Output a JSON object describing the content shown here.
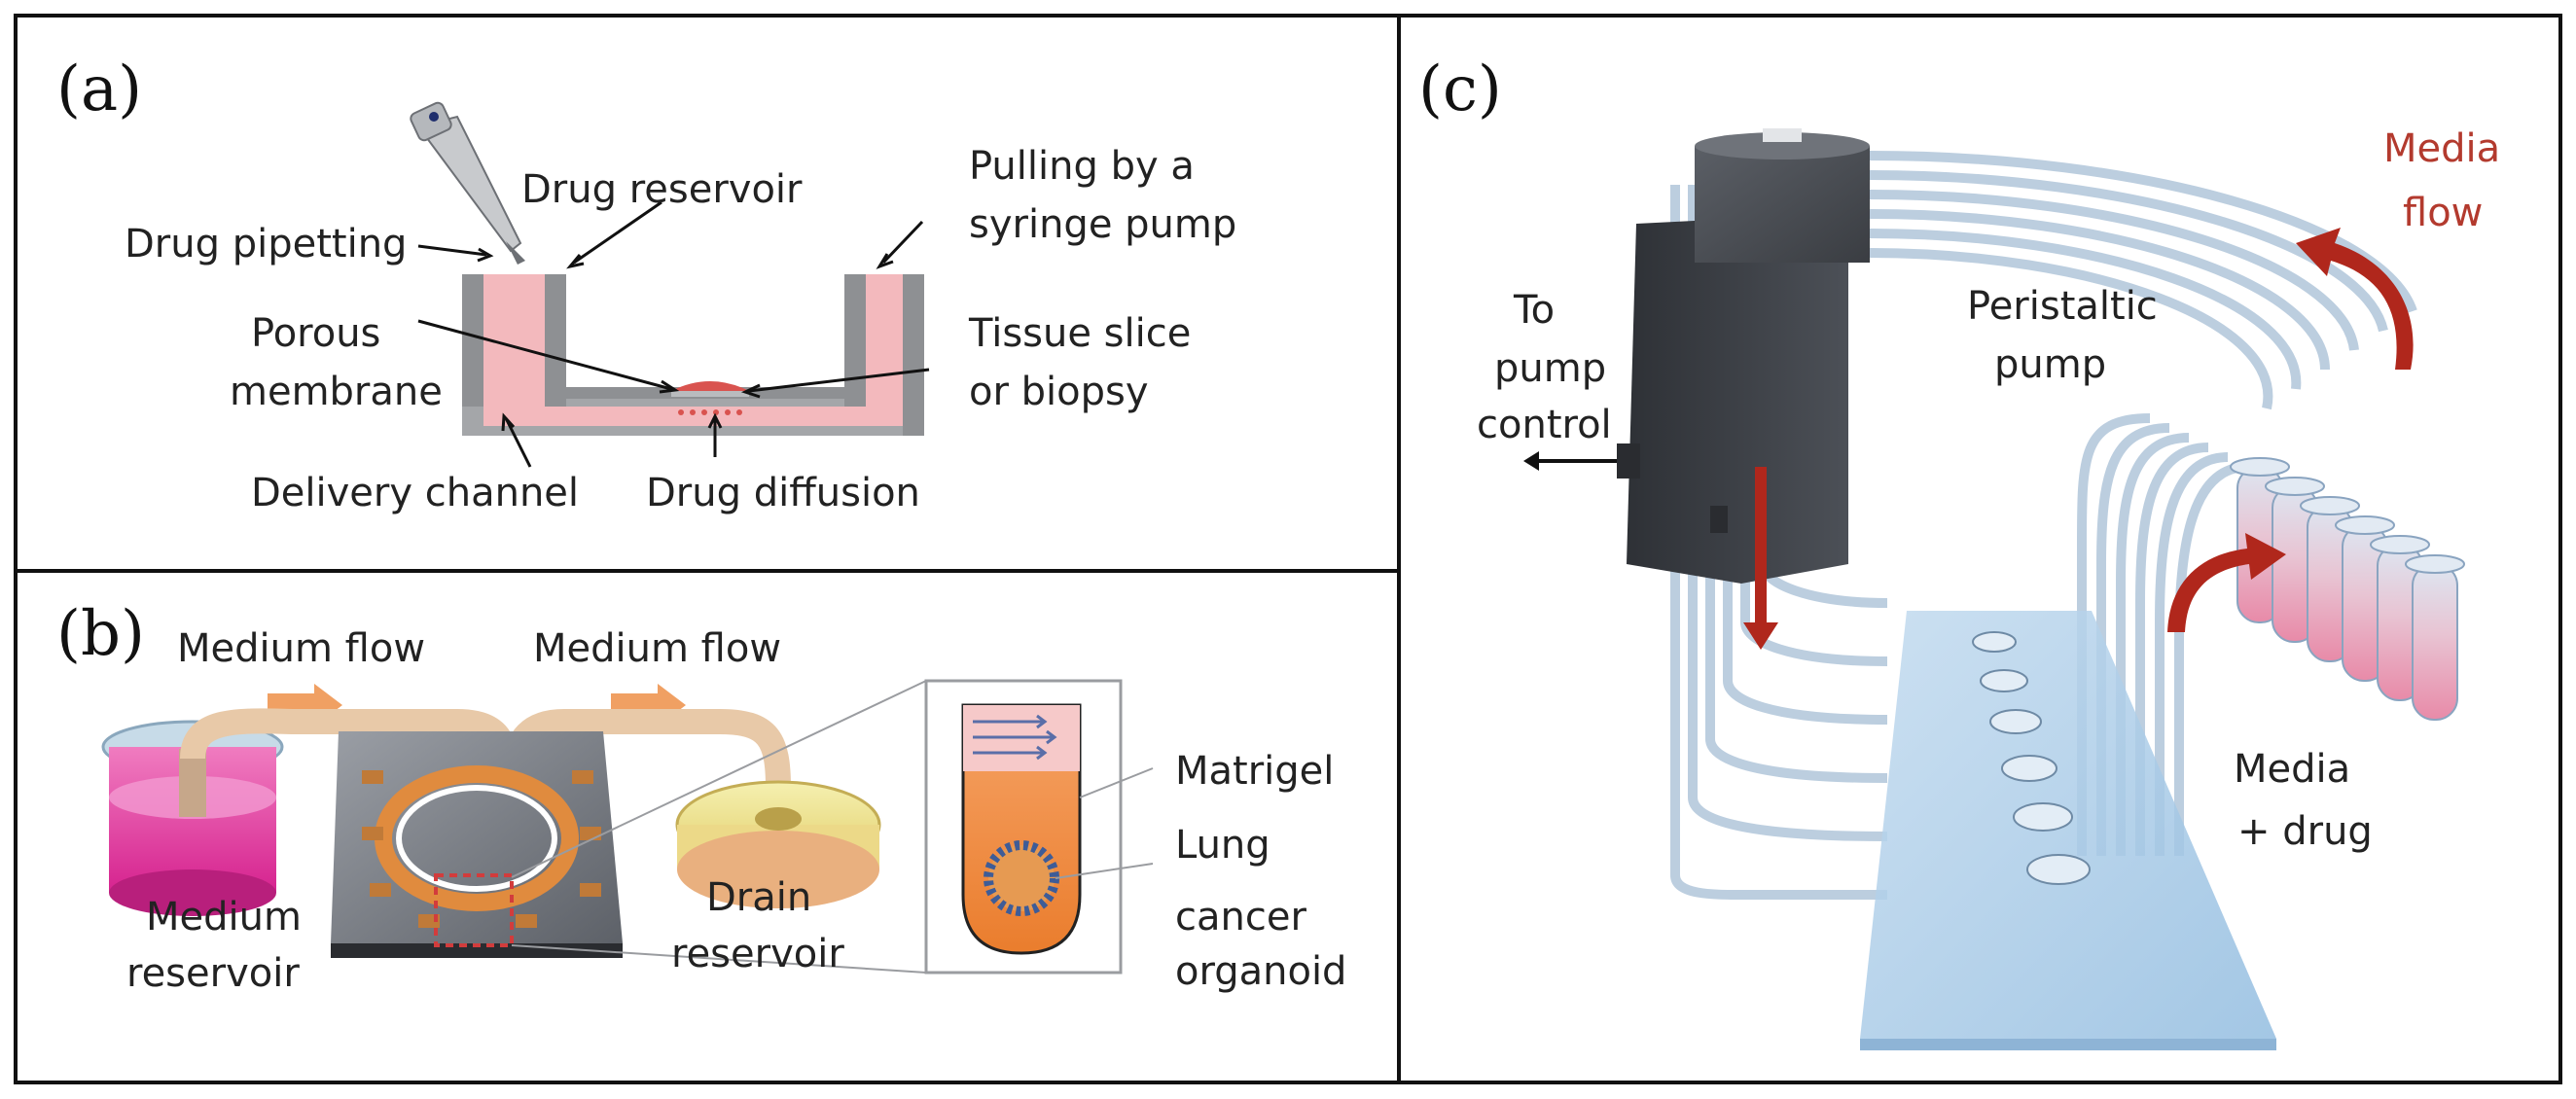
{
  "panels": {
    "a": {
      "letter": "(a)",
      "labels": {
        "drug_pipetting": "Drug pipetting",
        "drug_reservoir": "Drug reservoir",
        "pulling_1": "Pulling by a",
        "pulling_2": "syringe pump",
        "porous_1": "Porous",
        "porous_2": "membrane",
        "tissue_1": "Tissue slice",
        "tissue_2": "or biopsy",
        "delivery_channel": "Delivery channel",
        "drug_diffusion": "Drug diffusion"
      }
    },
    "b": {
      "letter": "(b)",
      "labels": {
        "medium_flow_left": "Medium flow",
        "medium_flow_right": "Medium flow",
        "medium_reservoir_1": "Medium",
        "medium_reservoir_2": "reservoir",
        "drain_reservoir_1": "Drain",
        "drain_reservoir_2": "reservoir",
        "matrigel": "Matrigel",
        "lung_1": "Lung",
        "lung_2": "cancer",
        "lung_3": "organoid"
      }
    },
    "c": {
      "letter": "(c)",
      "labels": {
        "to_pump_1": "To",
        "to_pump_2": "pump",
        "to_pump_3": "control",
        "peristaltic_1": "Peristaltic",
        "peristaltic_2": "pump",
        "media_flow_1": "Media",
        "media_flow_2": "flow",
        "media_drug_1": "Media",
        "media_drug_2": "+ drug"
      }
    }
  },
  "colors": {
    "pink_fluid": "#f3b9bd",
    "red_arrow": "#b0271c",
    "orange_arrow": "#f0a063",
    "chip_blue": "#a8cbe6",
    "pump_dark": "#3a3d42",
    "border": "#111111"
  }
}
